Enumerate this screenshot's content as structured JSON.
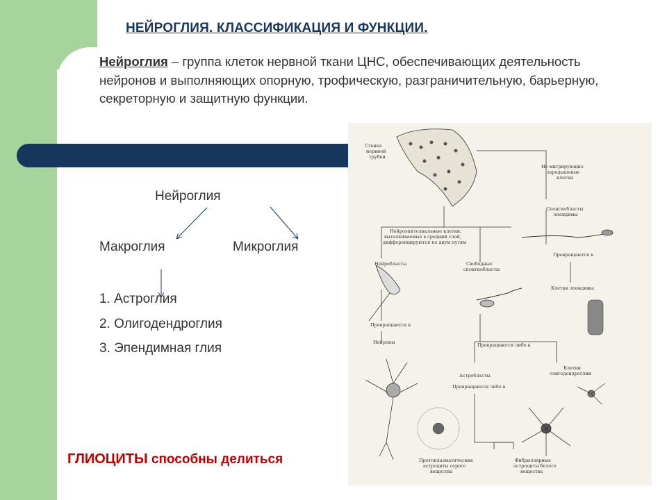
{
  "title": "НЕЙРОГЛИЯ. КЛАССИФИКАЦИЯ И ФУНКЦИИ.",
  "intro": {
    "term": "Нейроглия",
    "text": " – группа клеток нервной ткани ЦНС, обеспечивающих деятельность нейронов и выполняющих опорную, трофическую, разграничительную, барьерную, секреторную и защитную функции."
  },
  "tree": {
    "root": "Нейроглия",
    "left": "Макроглия",
    "right": "Микроглия",
    "items": [
      "1. Астроглия",
      "2. Олигодендроглия",
      "3. Эпендимная глия"
    ]
  },
  "footer": {
    "keyword": "ГЛИОЦИТЫ",
    "text": " способны делиться"
  },
  "figure": {
    "labels": {
      "wall": [
        "Стенка",
        "нервной",
        "трубки"
      ],
      "nonmigrating": [
        "Не мигрирующие",
        "зародышевые",
        "клетки"
      ],
      "spongio_ep": [
        "Спонгиобласты",
        "эпендимы"
      ],
      "neuroepithelial": [
        "Нейроэпителиальные клетки,",
        "выталкиваемые в средний слой,",
        "дифференцируются по двум путям"
      ],
      "neuroblasts": "Нейробласты",
      "free_spongio": [
        "Свободные",
        "спонгиобласты"
      ],
      "become1": "Превращаются в",
      "become2": "Превращаются в",
      "ependyma": "Клетки эпендимы",
      "neurons": "Нейроны",
      "either1": "Превращаются либо в",
      "astroblasts": "Астробласты",
      "oligo": [
        "Клетки",
        "олигодендроглии"
      ],
      "either2": "Превращаются либо в",
      "proto": [
        "Протоплазматические",
        "астроциты серого",
        "вещества"
      ],
      "fibrous": [
        "Фибриллярные",
        "астроциты белого",
        "вещества"
      ]
    }
  }
}
